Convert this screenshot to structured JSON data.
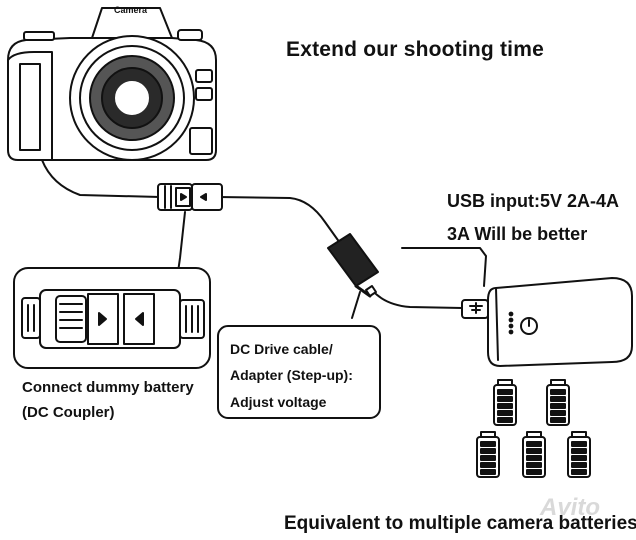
{
  "title": "Extend our shooting time",
  "camera": {
    "brand_label": "Camera"
  },
  "usb": {
    "line1": "USB input:5V 2A-4A",
    "line2": "3A Will be better"
  },
  "dummy_battery": {
    "line1": "Connect dummy battery",
    "line2": "(DC Coupler)"
  },
  "dc_cable": {
    "line1": "DC Drive cable/",
    "line2": "Adapter (Step-up):",
    "line3": "Adjust voltage"
  },
  "footer": "Equivalent to multiple camera batteries",
  "watermark": "Avito",
  "battery_count": 5
}
